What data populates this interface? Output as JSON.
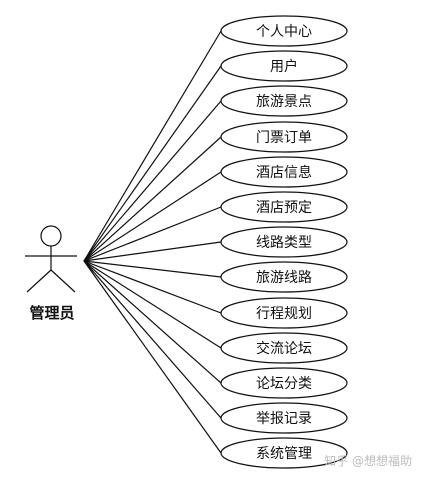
{
  "actor": {
    "label": "管理员"
  },
  "use_cases": [
    "个人中心",
    "用户",
    "旅游景点",
    "门票订单",
    "酒店信息",
    "酒店预定",
    "线路类型",
    "旅游线路",
    "行程规划",
    "交流论坛",
    "论坛分类",
    "举报记录",
    "系统管理"
  ],
  "watermark": "知乎 @想想福助"
}
